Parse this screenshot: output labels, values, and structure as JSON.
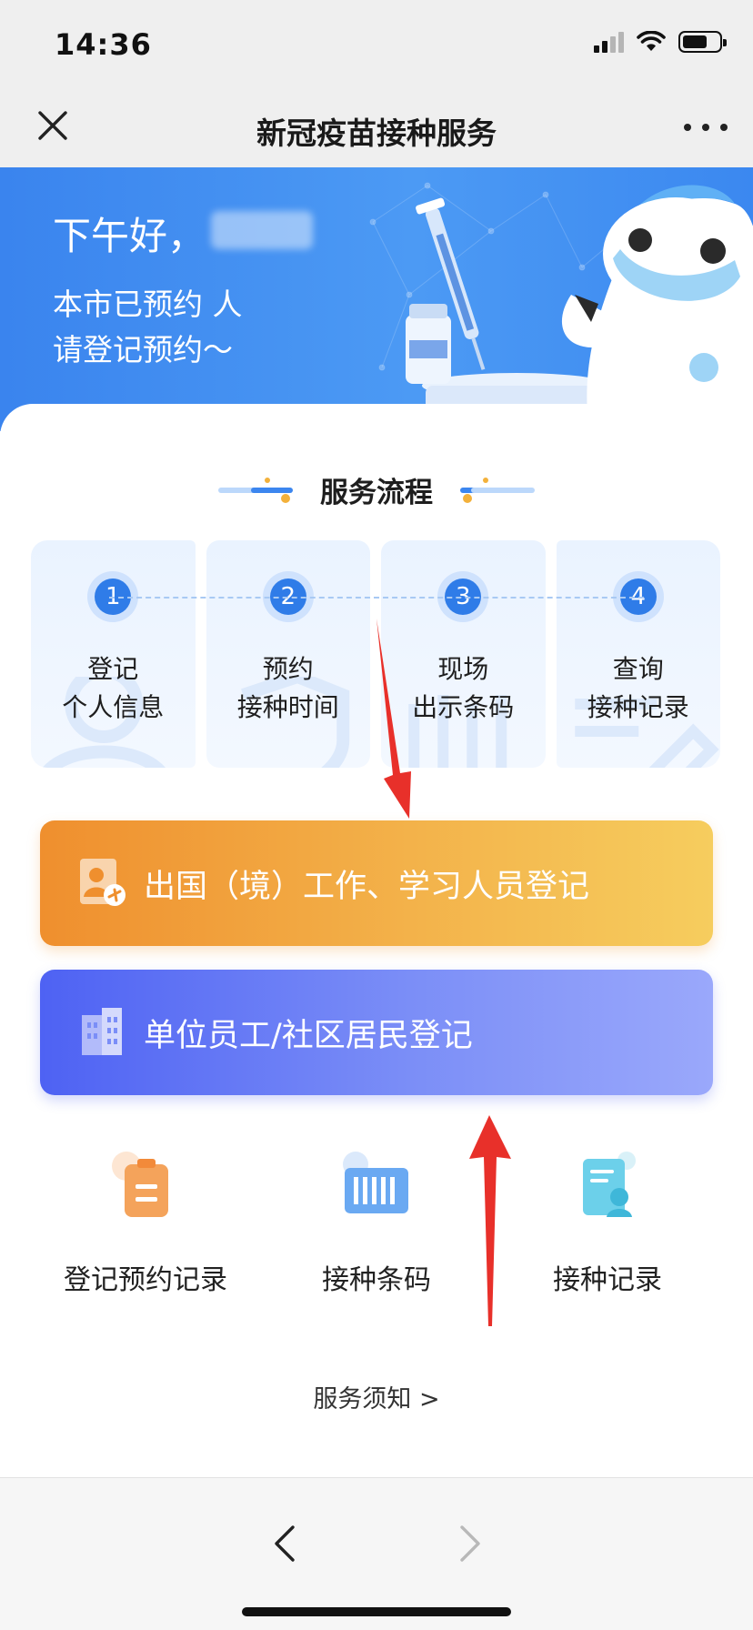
{
  "status": {
    "time": "14:36"
  },
  "nav": {
    "title": "新冠疫苗接种服务"
  },
  "banner": {
    "greeting": "下午好，",
    "line1": "本市已预约 人",
    "line2": "请登记预约～"
  },
  "process": {
    "title": "服务流程",
    "steps": [
      {
        "num": "1",
        "line1": "登记",
        "line2": "个人信息"
      },
      {
        "num": "2",
        "line1": "预约",
        "line2": "接种时间"
      },
      {
        "num": "3",
        "line1": "现场",
        "line2": "出示条码"
      },
      {
        "num": "4",
        "line1": "查询",
        "line2": "接种记录"
      }
    ]
  },
  "actions": {
    "abroad_label": "出国（境）工作、学习人员登记",
    "unit_label": "单位员工/社区居民登记"
  },
  "quick_links": [
    {
      "label": "登记预约记录",
      "icon": "clipboard-icon"
    },
    {
      "label": "接种条码",
      "icon": "barcode-icon"
    },
    {
      "label": "接种记录",
      "icon": "record-icon"
    }
  ],
  "notice": "服务须知 >",
  "colors": {
    "banner_blue": "#3a84ee",
    "step_blue": "#2f7ce8",
    "orange_start": "#ef8f2e",
    "orange_end": "#f6cd5e",
    "purple_start": "#4e62f3",
    "purple_end": "#9aa8fb",
    "annotation_red": "#e8302a"
  }
}
